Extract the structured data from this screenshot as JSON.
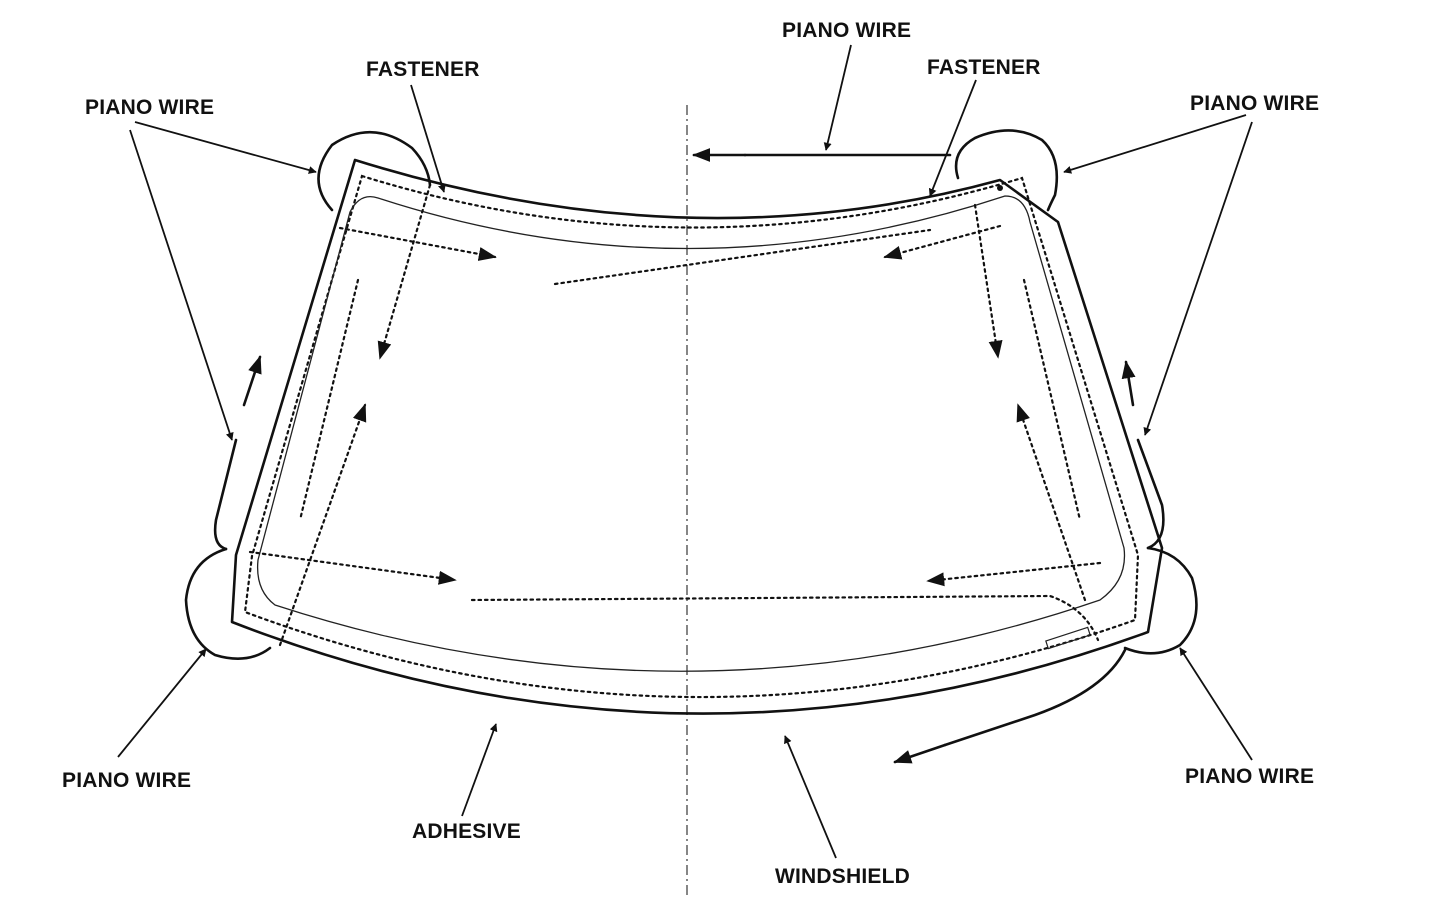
{
  "labels": {
    "piano_wire_top": "PIANO WIRE",
    "fastener_left": "FASTENER",
    "fastener_right": "FASTENER",
    "piano_wire_upper_left": "PIANO WIRE",
    "piano_wire_upper_right": "PIANO WIRE",
    "piano_wire_lower_left": "PIANO WIRE",
    "piano_wire_lower_right": "PIANO WIRE",
    "adhesive": "ADHESIVE",
    "windshield": "WINDSHIELD"
  }
}
